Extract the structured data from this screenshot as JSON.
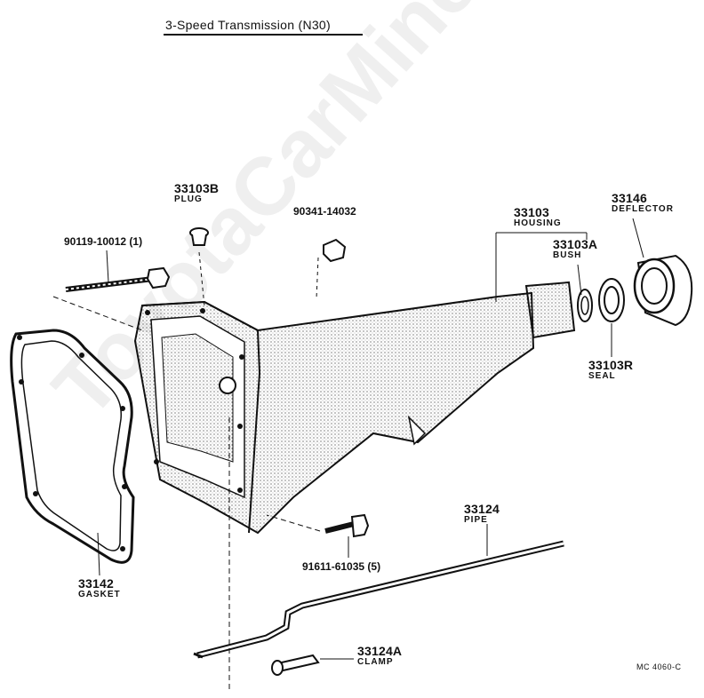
{
  "title": "3-Speed Transmission (N30)",
  "watermark": "ToyotaCarMine.ru",
  "footer_code": "MC 4060-C",
  "parts": {
    "plug": {
      "number": "33103B",
      "name": "PLUG"
    },
    "bolt_small": {
      "code": "90341-14032"
    },
    "bolt_long": {
      "code": "90119-10012 (1)"
    },
    "housing": {
      "number": "33103",
      "name": "HOUSING"
    },
    "bush": {
      "number": "33103A",
      "name": "BUSH"
    },
    "deflector": {
      "number": "33146",
      "name": "DEFLECTOR"
    },
    "seal": {
      "number": "33103R",
      "name": "SEAL"
    },
    "pipe": {
      "number": "33124",
      "name": "PIPE"
    },
    "bolt_bottom": {
      "code": "91611-61035 (5)"
    },
    "gasket": {
      "number": "33142",
      "name": "GASKET"
    },
    "clamp": {
      "number": "33124A",
      "name": "CLAMP"
    }
  }
}
